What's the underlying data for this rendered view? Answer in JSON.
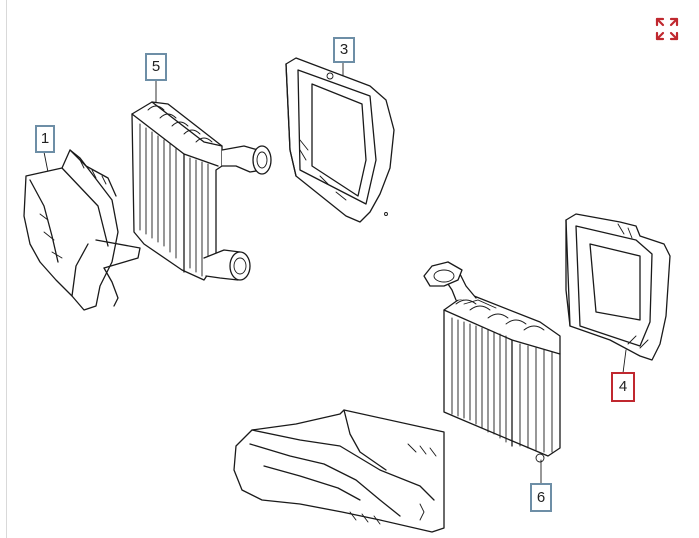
{
  "diagram": {
    "parts": [
      {
        "number": "1",
        "name": "air-duct-left"
      },
      {
        "number": "5",
        "name": "intercooler-left"
      },
      {
        "number": "3",
        "name": "shroud-left"
      },
      {
        "number": "4",
        "name": "shroud-right"
      },
      {
        "number": "6",
        "name": "intercooler-right"
      }
    ],
    "active_part": "4",
    "colors": {
      "callout_border": "#6d8ea6",
      "callout_active_border": "#c0282f",
      "line_art": "#1a1a1a",
      "background": "#ffffff",
      "expand_icon": "#c0282f"
    }
  },
  "toolbar": {
    "expand_icon": "expand-icon"
  }
}
